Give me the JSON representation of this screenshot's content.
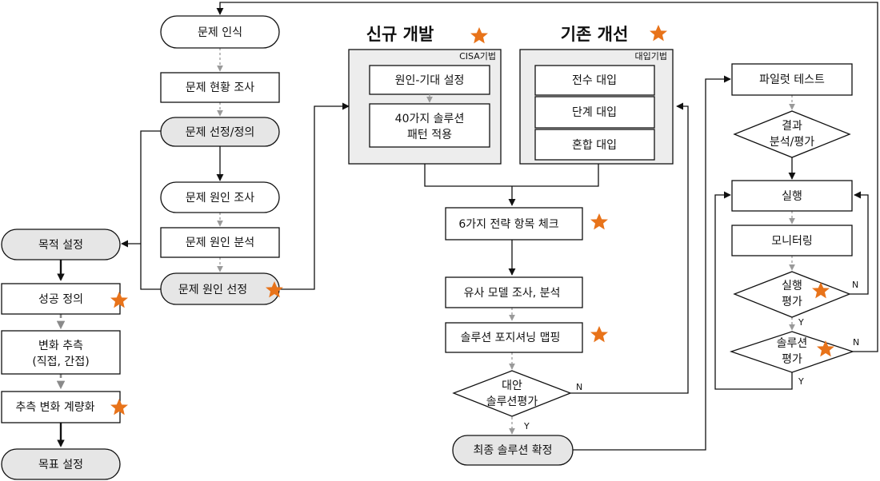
{
  "center_flow": {
    "problem_recognition": "문제 인식",
    "current_state_survey": "문제 현황 조사",
    "problem_definition": "문제 선정/정의",
    "cause_survey": "문제 원인 조사",
    "cause_analysis": "문제 원인 분석",
    "cause_selection": "문제 원인 선정"
  },
  "left_flow": {
    "goal_setting": "목적 설정",
    "success_definition": "성공 정의",
    "change_tracking_1": "변화 추측",
    "change_tracking_2": "(직접, 간접)",
    "quantify_change": "추측 변화 계량화",
    "target_setting": "목표 설정"
  },
  "new_development": {
    "title": "신규 개발",
    "tag": "CISA기법",
    "item1": "원인-기대 설정",
    "item2_line1": "40가지 솔루션",
    "item2_line2": "패턴 적용"
  },
  "improvement": {
    "title": "기존 개선",
    "tag": "대입기법",
    "item1": "전수 대입",
    "item2": "단계 대입",
    "item3": "혼합 대입"
  },
  "middle_flow": {
    "strategy_check": "6가지 전략 항목 체크",
    "similar_model": "유사 모델 조사, 분석",
    "positioning_map": "솔루션 포지셔닝 맵핑",
    "alt_eval_line1": "대안",
    "alt_eval_line2": "솔루션평가",
    "final_solution": "최종 솔루션 확정",
    "yes": "Y",
    "no": "N"
  },
  "right_flow": {
    "pilot_test": "파일럿 테스트",
    "result_eval_line1": "결과",
    "result_eval_line2": "분석/평가",
    "execution": "실행",
    "monitoring": "모니터링",
    "exec_eval_line1": "실행",
    "exec_eval_line2": "평가",
    "sol_eval_line1": "솔루션",
    "sol_eval_line2": "평가",
    "yes1": "Y",
    "no1": "N",
    "yes2": "Y",
    "no2": "N"
  },
  "colors": {
    "star": "#e8731a",
    "terminal_fill": "#e6e6e6",
    "group_fill": "#ededed"
  }
}
